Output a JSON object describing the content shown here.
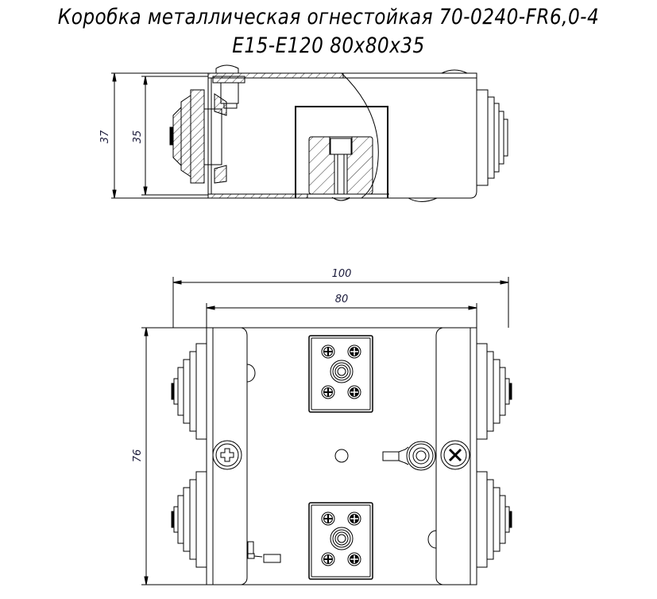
{
  "drawing": {
    "title_line1": "Коробка металлическая огнестойкая 70-0240-FR6,0-4",
    "title_line2": "E15-E120 80x80x35",
    "line_color": "#000000",
    "dimension_text_color": "#1a1a3a",
    "background": "#ffffff"
  },
  "side_view": {
    "label": "section-side-view",
    "dimensions": {
      "overall_height": "37",
      "body_height": "35"
    }
  },
  "top_view": {
    "label": "plan-view",
    "dimensions": {
      "overall_width": "100",
      "body_width": "80",
      "body_depth": "76"
    }
  }
}
